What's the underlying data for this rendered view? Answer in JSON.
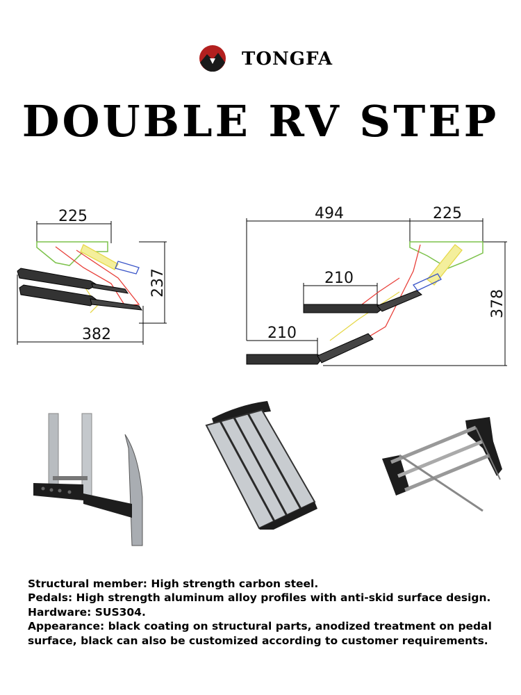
{
  "brand": {
    "name": "TONGFA",
    "logo_icon": "mountain-circle-icon",
    "accent": "#b3201f"
  },
  "title": "DOUBLE RV STEP",
  "drawing_left": {
    "dim_top": "225",
    "dim_right": "237",
    "dim_bottom": "382"
  },
  "drawing_right": {
    "dim_top_long": "494",
    "dim_top_short": "225",
    "dim_upper_step": "210",
    "dim_lower_step": "210",
    "dim_height": "378"
  },
  "colors": {
    "frame": "#000000",
    "link_red": "#e8403a",
    "link_yellow": "#e6d84a",
    "link_blue": "#3a55c8",
    "bracket_green": "#7cc24a"
  },
  "photos": [
    {
      "name": "folding-bracket-photo"
    },
    {
      "name": "aluminum-pedal-photo"
    },
    {
      "name": "step-frame-photo"
    }
  ],
  "specs": [
    "Structural member: High strength carbon steel.",
    "Pedals: High strength aluminum alloy profiles with anti-skid surface design.",
    "Hardware: SUS304.",
    "Appearance: black coating on structural parts, anodized treatment on pedal surface, black can also be customized according to customer requirements."
  ]
}
